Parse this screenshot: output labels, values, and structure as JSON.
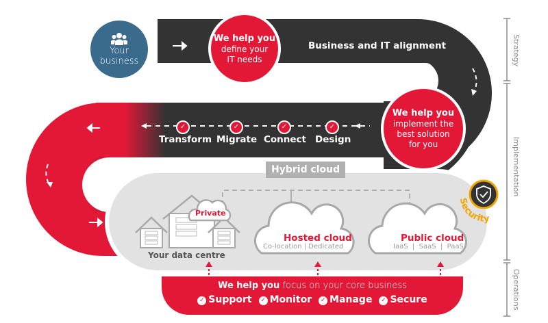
{
  "colors": {
    "dark": "#333333",
    "red": "#e31837",
    "blue": "#3a6a8c",
    "grey_panel": "#e2e2e2",
    "grey_line": "#b0b0b0",
    "security_gold": "#f0a500"
  },
  "strategy": {
    "your_business": {
      "icon": "people-icon",
      "line1": "Your",
      "line2": "business"
    },
    "define_circle": {
      "title": "We help you",
      "line1": "define your",
      "line2": "IT needs"
    },
    "alignment_label": "Business and IT alignment"
  },
  "implementation": {
    "implement_circle": {
      "title": "We help you",
      "line1": "implement the",
      "line2": "best solution",
      "line3": "for you"
    },
    "steps": [
      {
        "label": "Transform",
        "icon": "check-circle-icon"
      },
      {
        "label": "Migrate",
        "icon": "check-circle-icon"
      },
      {
        "label": "Connect",
        "icon": "check-circle-icon"
      },
      {
        "label": "Design",
        "icon": "check-circle-icon"
      }
    ]
  },
  "hybrid": {
    "title": "Hybrid cloud",
    "data_centre": {
      "label": "Your data centre",
      "private_label": "Private"
    },
    "hosted": {
      "title": "Hosted cloud",
      "sub": "Co-location | Dedicated"
    },
    "public": {
      "title": "Public cloud",
      "sub": "IaaS  |  SaaS  |  PaaS"
    },
    "security": {
      "label": "Security",
      "icon": "shield-check-icon"
    }
  },
  "operations": {
    "title": "We help you",
    "rest": " focus on your core business",
    "services": [
      "Support",
      "Monitor",
      "Manage",
      "Secure"
    ]
  },
  "phases": [
    "Strategy",
    "Implementation",
    "Operations"
  ]
}
